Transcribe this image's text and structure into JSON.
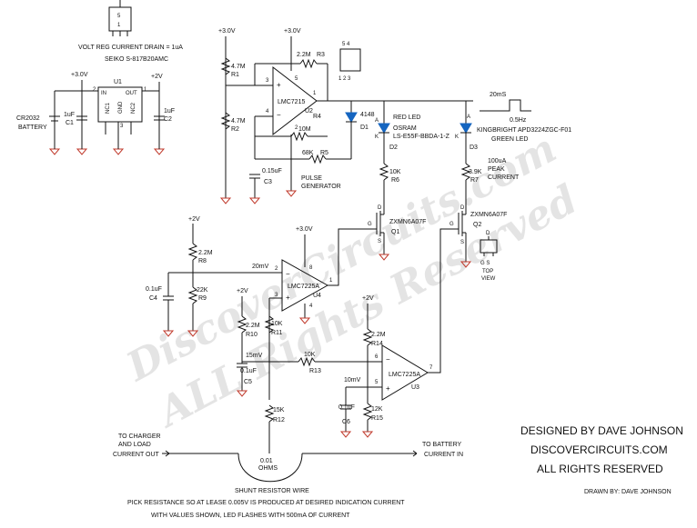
{
  "watermark": {
    "line1": "DiscoverCircuits.com",
    "line2": "ALL Rights Reserved"
  },
  "top_ic": {
    "pin5": "5",
    "pin1": "1"
  },
  "regulator": {
    "drain_note": "VOLT REG CURRENT DRAIN = 1uA",
    "part": "SEIKO S-817B20AMC",
    "ref": "U1",
    "in_label": "IN",
    "out_label": "OUT",
    "pin2": "2",
    "pin1": "1",
    "pin3": "3",
    "nc1": "NC1",
    "gnd": "GND",
    "nc2": "NC2",
    "vin": "+3.0V",
    "vout": "+2V",
    "c1_val": "1uF",
    "c1_ref": "C1",
    "c2_val": "1uF",
    "c2_ref": "C2",
    "battery_part": "CR2032",
    "battery_label": "BATTERY"
  },
  "pulse_gen": {
    "v1": "+3.0V",
    "v2": "+3.0V",
    "r1_val": "4.7M",
    "r1_ref": "R1",
    "r2_val": "4.7M",
    "r2_ref": "R2",
    "r3_val": "2.2M",
    "r3_ref": "R3",
    "r4_val": "10M",
    "r4_ref": "R4",
    "r5_val": "68K",
    "r5_ref": "R5",
    "c3_val": "0.15uF",
    "c3_ref": "C3",
    "opamp": "LMC7215",
    "opamp_ref": "U2",
    "pin3": "3",
    "pin4": "4",
    "pin1": "1",
    "pin2": "2",
    "pin5": "5",
    "label1": "PULSE",
    "label2": "GENERATOR",
    "d1_ref": "D1",
    "d1_val": "4148",
    "pkg_pins_top": "5  4",
    "pkg_pins_bot": "1  2  3"
  },
  "waveform": {
    "period": "20mS",
    "freq": "0.5Hz"
  },
  "red_led": {
    "a": "A",
    "k": "K",
    "name": "RED LED",
    "brand": "OSRAM",
    "part": "LS-E55F-BBDA-1-Z",
    "ref": "D2",
    "r_val": "10K",
    "r_ref": "R6",
    "q_part": "ZXMN6A07F",
    "q_ref": "Q1",
    "d": "D",
    "g": "G",
    "s": "S"
  },
  "green_led": {
    "a": "A",
    "k": "K",
    "brand": "KINGBRIGHT APD3224ZGC-F01",
    "name": "GREEN LED",
    "ref": "D3",
    "r_val": "3.9K",
    "r_ref": "R7",
    "peak1": "100uA",
    "peak2": "PEAK",
    "peak3": "CURRENT",
    "q_part": "ZXMN6A07F",
    "q_ref": "Q2",
    "d": "D",
    "g": "G",
    "s": "S",
    "pkg_d": "D",
    "pkg_gs": "G  S",
    "top1": "TOP",
    "top2": "VIEW"
  },
  "amp_a": {
    "v": "+2V",
    "r8_val": "2.2M",
    "r8_ref": "R8",
    "r9_val": "22K",
    "r9_ref": "R9",
    "c4_val": "0.1uF",
    "c4_ref": "C4",
    "node": "20mV",
    "vcc": "+3.0V",
    "opamp": "LMC7225A",
    "ref": "U4",
    "p2": "2",
    "p3": "3",
    "p8": "8",
    "p1": "1",
    "p4": "4"
  },
  "amp_b": {
    "v": "+2V",
    "r10_val": "2.2M",
    "r10_ref": "R10",
    "r11_val": "10K",
    "r11_ref": "R11",
    "node": "15mV",
    "c5_val": "0.1uF",
    "c5_ref": "C5",
    "r13_val": "10K",
    "r13_ref": "R13",
    "r12_val": "15K",
    "r12_ref": "R12",
    "v2": "+2V",
    "r14_val": "2.2M",
    "r14_ref": "R14",
    "node2": "10mV",
    "c6_val": "0.1uF",
    "c6_ref": "C6",
    "r15_val": "12K",
    "r15_ref": "R15",
    "opamp": "LMC7225A",
    "ref": "U3",
    "p6": "6",
    "p5": "5",
    "p7": "7"
  },
  "shunt": {
    "to_charger": "TO CHARGER",
    "and_load": "AND LOAD",
    "current_out": "CURRENT OUT",
    "to_battery": "TO BATTERY",
    "current_in": "CURRENT IN",
    "ohms1": "0.01",
    "ohms2": "OHMS",
    "wire": "SHUNT RESISTOR WIRE",
    "note1": "PICK RESISTANCE SO AT LEASE 0.005V IS PRODUCED AT DESIRED INDICATION CURRENT",
    "note2": "WITH VALUES SHOWN, LED FLASHES WITH 500mA OF CURRENT"
  },
  "credits": {
    "designed": "DESIGNED BY DAVE JOHNSON",
    "site": "DISCOVERCIRCUITS.COM",
    "rights": "ALL RIGHTS RESERVED",
    "drawn": "DRAWN BY: DAVE JOHNSON"
  }
}
